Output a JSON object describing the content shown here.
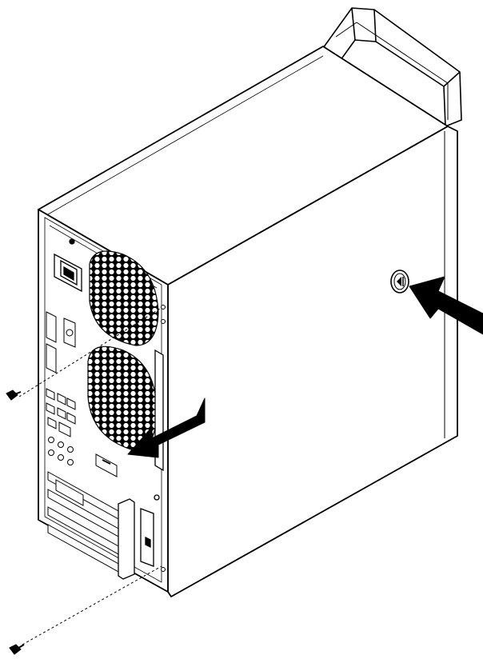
{
  "figure": {
    "subject": "desktop-tower-computer-side-cover-removal",
    "colors": {
      "line": "#000000",
      "panel": "#ffffff",
      "shadow": "#d9d9d9",
      "arrow": "#000000"
    },
    "screw_count": 2,
    "arrow_count": 2
  }
}
